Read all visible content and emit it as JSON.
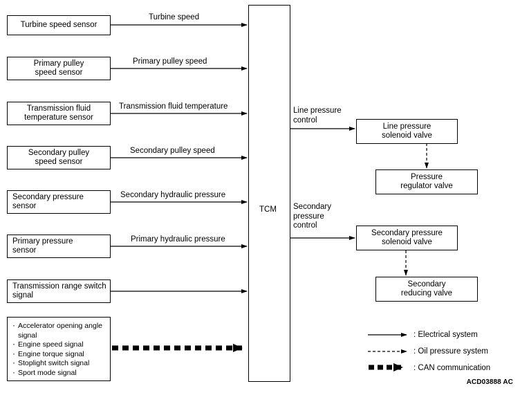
{
  "diagram": {
    "title": "CVT hydraulic / electrical control block diagram",
    "reference_code": "ACD03888 AC",
    "line_color": "#000000",
    "background_color": "#ffffff"
  },
  "controller": {
    "label": "TCM"
  },
  "sensors": [
    {
      "label": "Turbine speed sensor",
      "signal": "Turbine speed"
    },
    {
      "label": "Primary pulley\nspeed sensor",
      "signal": "Primary pulley speed"
    },
    {
      "label": "Transmission fluid\ntemperature sensor",
      "signal": "Transmission fluid temperature"
    },
    {
      "label": "Secondary pulley\nspeed sensor",
      "signal": "Secondary pulley speed"
    },
    {
      "label": "Secondary pressure\nsensor",
      "signal": "Secondary hydraulic pressure"
    },
    {
      "label": "Primary pressure\nsensor",
      "signal": "Primary hydraulic pressure"
    },
    {
      "label": "Transmission range switch\nsignal",
      "signal": ""
    }
  ],
  "can_signals": {
    "items": [
      "Accelerator opening angle\nsignal",
      "Engine speed signal",
      "Engine torque signal",
      "Stoplight switch signal",
      "Sport mode signal"
    ]
  },
  "outputs": [
    {
      "control_label": "Line pressure\ncontrol",
      "solenoid": "Line pressure\nsolenoid valve",
      "valve": "Pressure\nregulator valve"
    },
    {
      "control_label": "Secondary\npressure\ncontrol",
      "solenoid": "Secondary pressure\nsolenoid valve",
      "valve": "Secondary\nreducing valve"
    }
  ],
  "legend": {
    "items": [
      {
        "style": "solid",
        "label": ": Electrical system"
      },
      {
        "style": "dashed",
        "label": ": Oil pressure system"
      },
      {
        "style": "thick-dashed",
        "label": ": CAN communication"
      }
    ]
  }
}
